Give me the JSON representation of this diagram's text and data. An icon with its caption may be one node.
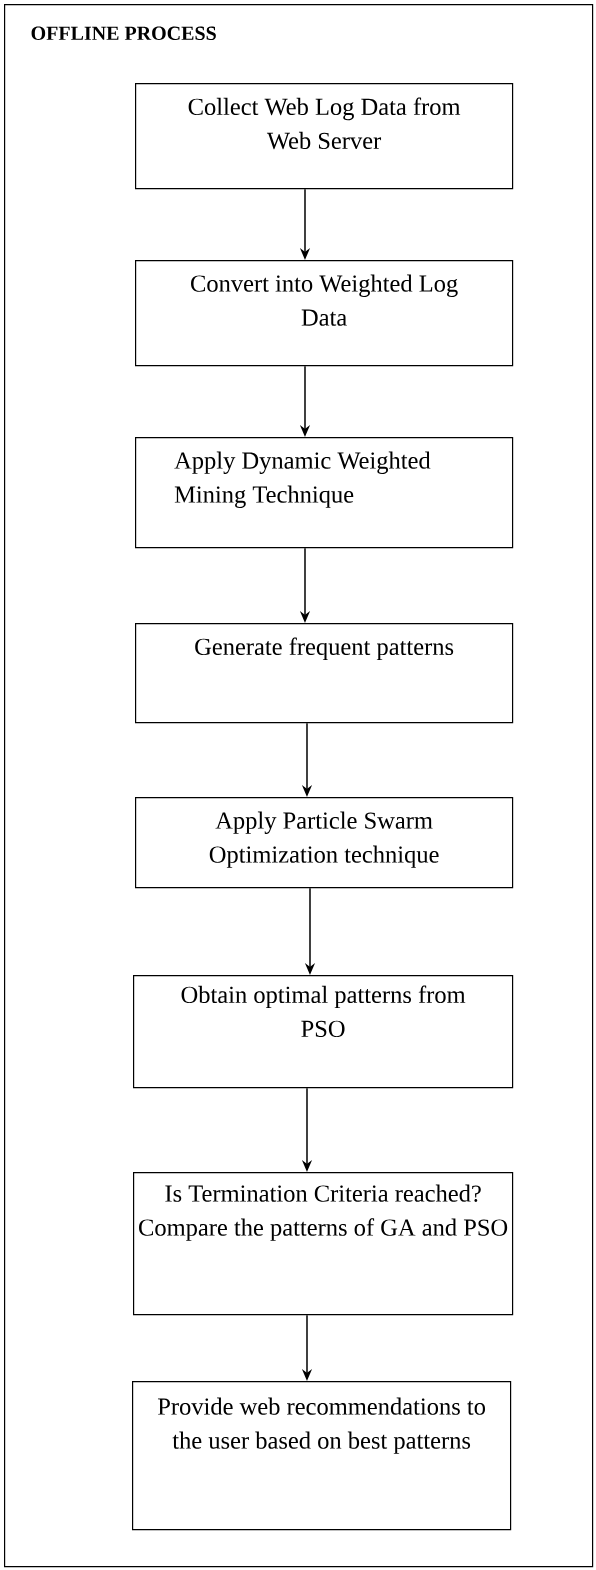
{
  "diagram": {
    "nodes": [
      {
        "text": [
          "OFFLINE PROCESS"
        ]
      },
      {
        "text": [
          "Collect Web Log Data from Web Server"
        ],
        "in": 0
      },
      {
        "text": [
          "Convert into Weighted Log Data"
        ],
        "in": 0
      },
      {
        "text": [
          "Apply Dynamic Weighted Mining Technique"
        ],
        "in": 0
      },
      {
        "text": [
          "Generate frequent patterns"
        ],
        "in": 0
      },
      {
        "text": [
          "Apply Particle Swarm Optimization technique"
        ],
        "in": 0
      },
      {
        "text": [
          "Obtain optimal patterns from PSO"
        ],
        "in": 0
      },
      {
        "text": [
          "Is Termination Criteria reached? Compare the patterns of GA and PSO"
        ],
        "in": 0
      },
      {
        "text": [
          "Provide web recommendations to the user based on best patterns"
        ],
        "in": 0
      }
    ],
    "edges": [
      {
        "from": 1,
        "to": 2,
        "arrow": "to"
      },
      {
        "from": 2,
        "to": 3,
        "arrow": "to"
      },
      {
        "from": 3,
        "to": 4,
        "arrow": "to"
      },
      {
        "from": 4,
        "to": 5,
        "arrow": "to"
      },
      {
        "from": 5,
        "to": 6,
        "arrow": "to"
      },
      {
        "from": 6,
        "to": 7,
        "arrow": "to"
      },
      {
        "from": 7,
        "to": 8,
        "arrow": "to"
      }
    ]
  }
}
